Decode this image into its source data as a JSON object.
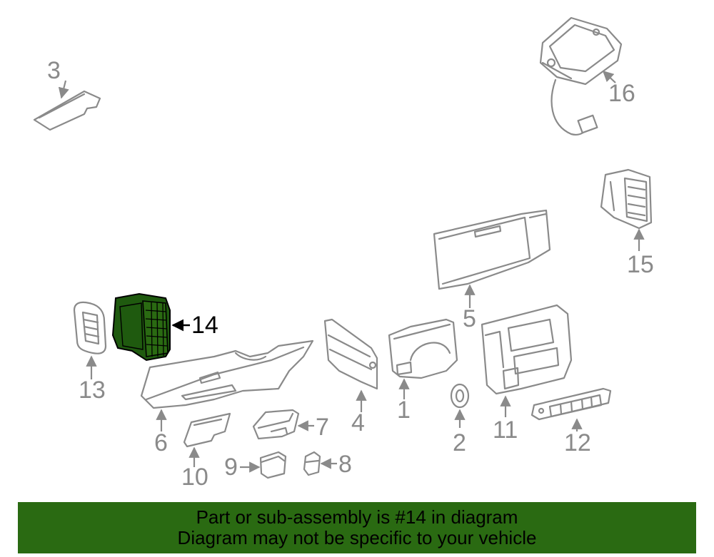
{
  "colors": {
    "highlight_fill": "#1f5a0f",
    "banner_bg": "#2a6a12",
    "line_gray": "#8a8a8a"
  },
  "callouts": {
    "c1": "1",
    "c2": "2",
    "c3": "3",
    "c4": "4",
    "c5": "5",
    "c6": "6",
    "c7": "7",
    "c8": "8",
    "c9": "9",
    "c10": "10",
    "c11": "11",
    "c12": "12",
    "c13": "13",
    "c14": "14",
    "c15": "15",
    "c16": "16"
  },
  "banner": {
    "line1": "Part or sub-assembly is #14 in diagram",
    "line2": "Diagram may not be specific to your vehicle"
  }
}
